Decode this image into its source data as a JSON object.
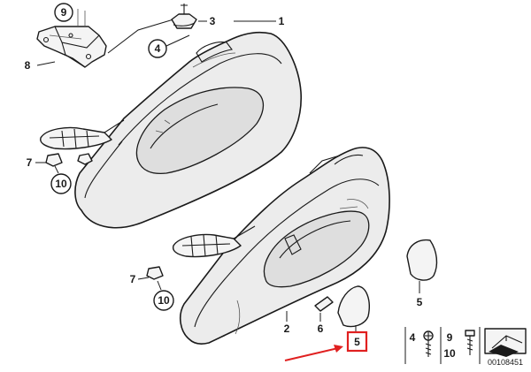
{
  "diagram": {
    "callouts": {
      "c1": "1",
      "c2": "2",
      "c3": "3",
      "c4_circle": "4",
      "c5_right": "5",
      "c5_boxed": "5",
      "c6": "6",
      "c7_top": "7",
      "c7_bottom": "7",
      "c8": "8",
      "c9_circle": "9",
      "c10_top": "10",
      "c10_bottom": "10"
    },
    "legend": {
      "item4": "4",
      "item9": "9",
      "item10": "10"
    },
    "diagram_number": "00108451",
    "highlight_color": "#e02020",
    "arrow_color": "#e02020"
  }
}
